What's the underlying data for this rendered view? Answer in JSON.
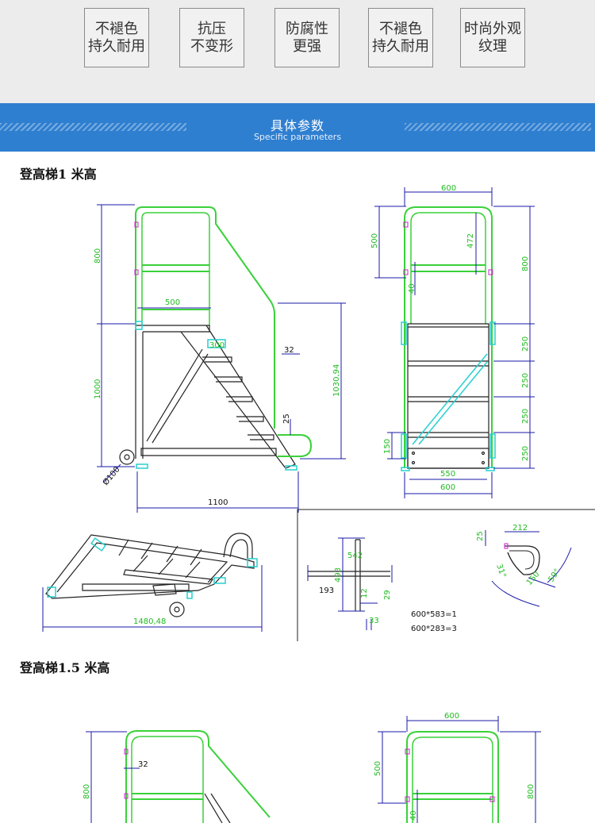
{
  "features": [
    {
      "line1": "不褪色",
      "line2": "持久耐用"
    },
    {
      "line1": "抗压",
      "line2": "不变形"
    },
    {
      "line1": "防腐性",
      "line2": "更强"
    },
    {
      "line1": "不褪色",
      "line2": "持久耐用"
    },
    {
      "line1": "时尚外观",
      "line2": "纹理"
    }
  ],
  "banner": {
    "title": "具体参数",
    "subtitle": "Specific parameters"
  },
  "sections": [
    {
      "title": "登高梯1 米高"
    },
    {
      "title": "登高梯1.5 米高"
    }
  ],
  "dims": {
    "side_800": "800",
    "side_1000": "1000",
    "side_500": "500",
    "side_300": "300",
    "side_32": "32",
    "side_103094": "1030,94",
    "side_25": "25",
    "side_wheel": "Ø100",
    "side_1100": "1100",
    "front_600": "600",
    "front_500": "500",
    "front_472": "472",
    "front_40": "40",
    "front_800": "800",
    "front_250a": "250",
    "front_250b": "250",
    "front_250c": "250",
    "front_250d": "250",
    "front_150": "150",
    "front_550": "550",
    "front_600b": "600",
    "fold_148048": "1480,48",
    "d_542": "542",
    "d_493": "493",
    "d_193": "193",
    "d_12": "12",
    "d_29": "29",
    "d_33": "33",
    "note1": "600*583=1",
    "note2": "600*283=3",
    "r_212": "212",
    "r_25": "25",
    "r_31": "31°",
    "r_150": "150",
    "r_59": "59°",
    "s2_32": "32",
    "s2_800": "800",
    "s2f_600": "600",
    "s2f_500": "500",
    "s2f_800": "800",
    "s2f_40": "40"
  }
}
